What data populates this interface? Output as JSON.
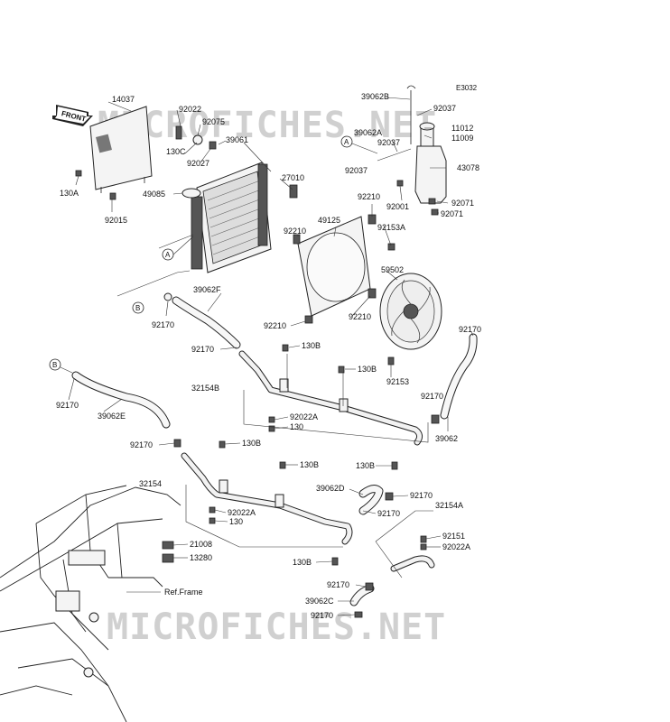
{
  "diagram_code": "E3032",
  "watermark": "MICROFICHES.NET",
  "front_arrow": "FRONT",
  "ref_frame": "Ref.Frame",
  "callouts": {
    "A": "A",
    "B": "B"
  },
  "labels": [
    {
      "id": "p14037",
      "text": "14037"
    },
    {
      "id": "p92022",
      "text": "92022"
    },
    {
      "id": "p92075",
      "text": "92075"
    },
    {
      "id": "p130c",
      "text": "130C"
    },
    {
      "id": "p92027",
      "text": "92027"
    },
    {
      "id": "p39061",
      "text": "39061"
    },
    {
      "id": "p27010",
      "text": "27010"
    },
    {
      "id": "p49085",
      "text": "49085"
    },
    {
      "id": "p130a",
      "text": "130A"
    },
    {
      "id": "p92015",
      "text": "92015"
    },
    {
      "id": "p39062b",
      "text": "39062B"
    },
    {
      "id": "p92037a",
      "text": "92037"
    },
    {
      "id": "p11012",
      "text": "11012"
    },
    {
      "id": "p11009",
      "text": "11009"
    },
    {
      "id": "p39062a",
      "text": "39062A"
    },
    {
      "id": "p92037b",
      "text": "92037"
    },
    {
      "id": "p92037c",
      "text": "92037"
    },
    {
      "id": "p43078",
      "text": "43078"
    },
    {
      "id": "p92001",
      "text": "92001"
    },
    {
      "id": "p92071a",
      "text": "92071"
    },
    {
      "id": "p92071b",
      "text": "92071"
    },
    {
      "id": "p92210a",
      "text": "92210"
    },
    {
      "id": "p92153a",
      "text": "92153A"
    },
    {
      "id": "p49125",
      "text": "49125"
    },
    {
      "id": "p92210b",
      "text": "92210"
    },
    {
      "id": "p59502",
      "text": "59502"
    },
    {
      "id": "p39062f",
      "text": "39062F"
    },
    {
      "id": "p92170a",
      "text": "92170"
    },
    {
      "id": "p92210c",
      "text": "92210"
    },
    {
      "id": "p92210d",
      "text": "92210"
    },
    {
      "id": "p92170b",
      "text": "92170"
    },
    {
      "id": "p130b1",
      "text": "130B"
    },
    {
      "id": "p130b2",
      "text": "130B"
    },
    {
      "id": "p92153",
      "text": "92153"
    },
    {
      "id": "p92170c",
      "text": "92170"
    },
    {
      "id": "p32154b",
      "text": "32154B"
    },
    {
      "id": "p92170d",
      "text": "92170"
    },
    {
      "id": "p39062e",
      "text": "39062E"
    },
    {
      "id": "p92022a1",
      "text": "92022A"
    },
    {
      "id": "p130_1",
      "text": "130"
    },
    {
      "id": "p92170e",
      "text": "92170"
    },
    {
      "id": "p39062",
      "text": "39062"
    },
    {
      "id": "p92170f",
      "text": "92170"
    },
    {
      "id": "p130b3",
      "text": "130B"
    },
    {
      "id": "p130b4",
      "text": "130B"
    },
    {
      "id": "p130b5",
      "text": "130B"
    },
    {
      "id": "p32154",
      "text": "32154"
    },
    {
      "id": "p39062d",
      "text": "39062D"
    },
    {
      "id": "p92170g",
      "text": "92170"
    },
    {
      "id": "p92170h",
      "text": "92170"
    },
    {
      "id": "p92022a2",
      "text": "92022A"
    },
    {
      "id": "p130_2",
      "text": "130"
    },
    {
      "id": "p32154a",
      "text": "32154A"
    },
    {
      "id": "p21008",
      "text": "21008"
    },
    {
      "id": "p13280",
      "text": "13280"
    },
    {
      "id": "p92151",
      "text": "92151"
    },
    {
      "id": "p92022a3",
      "text": "92022A"
    },
    {
      "id": "p130b6",
      "text": "130B"
    },
    {
      "id": "p92170i",
      "text": "92170"
    },
    {
      "id": "p39062c",
      "text": "39062C"
    },
    {
      "id": "p92170j",
      "text": "92170"
    }
  ]
}
